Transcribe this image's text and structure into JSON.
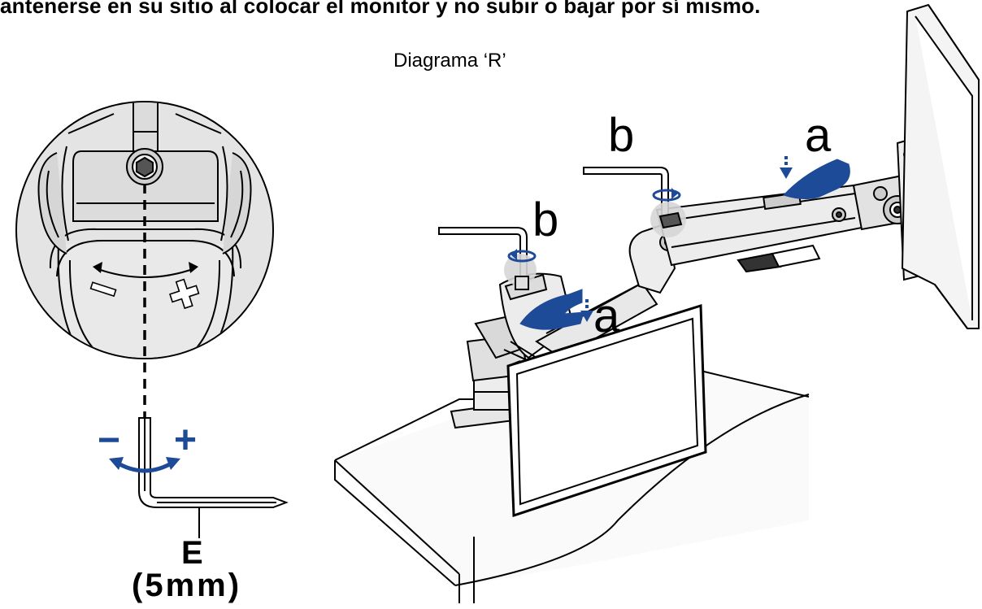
{
  "header_text": "antenerse en su sitio al colocar el monitor y no subir o bajar por sí mismo.",
  "diagram_title": "Diagrama ‘R’",
  "labels": {
    "a_upper": "a",
    "a_lower": "a",
    "b_upper": "b",
    "b_lower": "b",
    "minus_symbol": "−",
    "plus_symbol": "+",
    "tool_letter": "E",
    "tool_size": "(5mm)"
  },
  "colors": {
    "accent": "#1e4b97",
    "line": "#000000",
    "zoom_bg": "#e4e4e4"
  },
  "icons": {
    "rotate": "rotate-arrow-icon",
    "press_down": "press-down-arrow-icon",
    "hand": "hand-icon",
    "hex_key": "hex-key-icon"
  }
}
